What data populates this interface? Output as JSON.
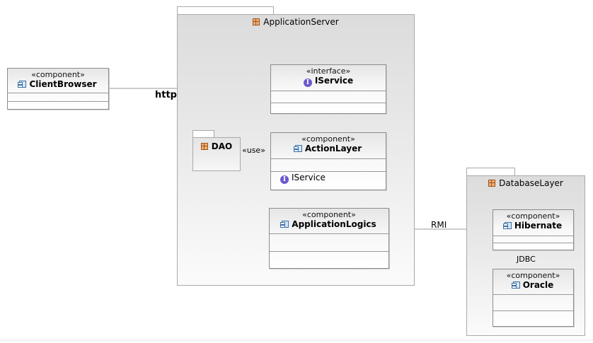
{
  "packages": {
    "application_server": {
      "name": "ApplicationServer",
      "icon": "package-icon"
    },
    "database_layer": {
      "name": "DatabaseLayer",
      "icon": "package-icon"
    },
    "dao": {
      "name": "DAO",
      "icon": "package-icon"
    }
  },
  "components": {
    "client_browser": {
      "stereotype": "«component»",
      "name": "ClientBrowser",
      "icon": "component-icon"
    },
    "iservice": {
      "stereotype": "«interface»",
      "name": "IService",
      "icon": "interface-icon"
    },
    "action_layer": {
      "stereotype": "«component»",
      "name": "ActionLayer",
      "icon": "component-icon",
      "provided_interface": "IService"
    },
    "application_logics": {
      "stereotype": "«component»",
      "name": "ApplicationLogics",
      "icon": "component-icon"
    },
    "hibernate": {
      "stereotype": "«component»",
      "name": "Hibernate",
      "icon": "component-icon"
    },
    "oracle": {
      "stereotype": "«component»",
      "name": "Oracle",
      "icon": "component-icon"
    }
  },
  "connectors": {
    "http": "http",
    "use": "«use»",
    "rmi": "RMI",
    "jdbc": "JDBC"
  },
  "icon_glyphs": {
    "interface": "I"
  },
  "colors": {
    "package_icon": "#f0b070",
    "component_icon": "#d5e6f7",
    "interface_icon": "#6a5acd",
    "border": "#8c8c8c"
  }
}
